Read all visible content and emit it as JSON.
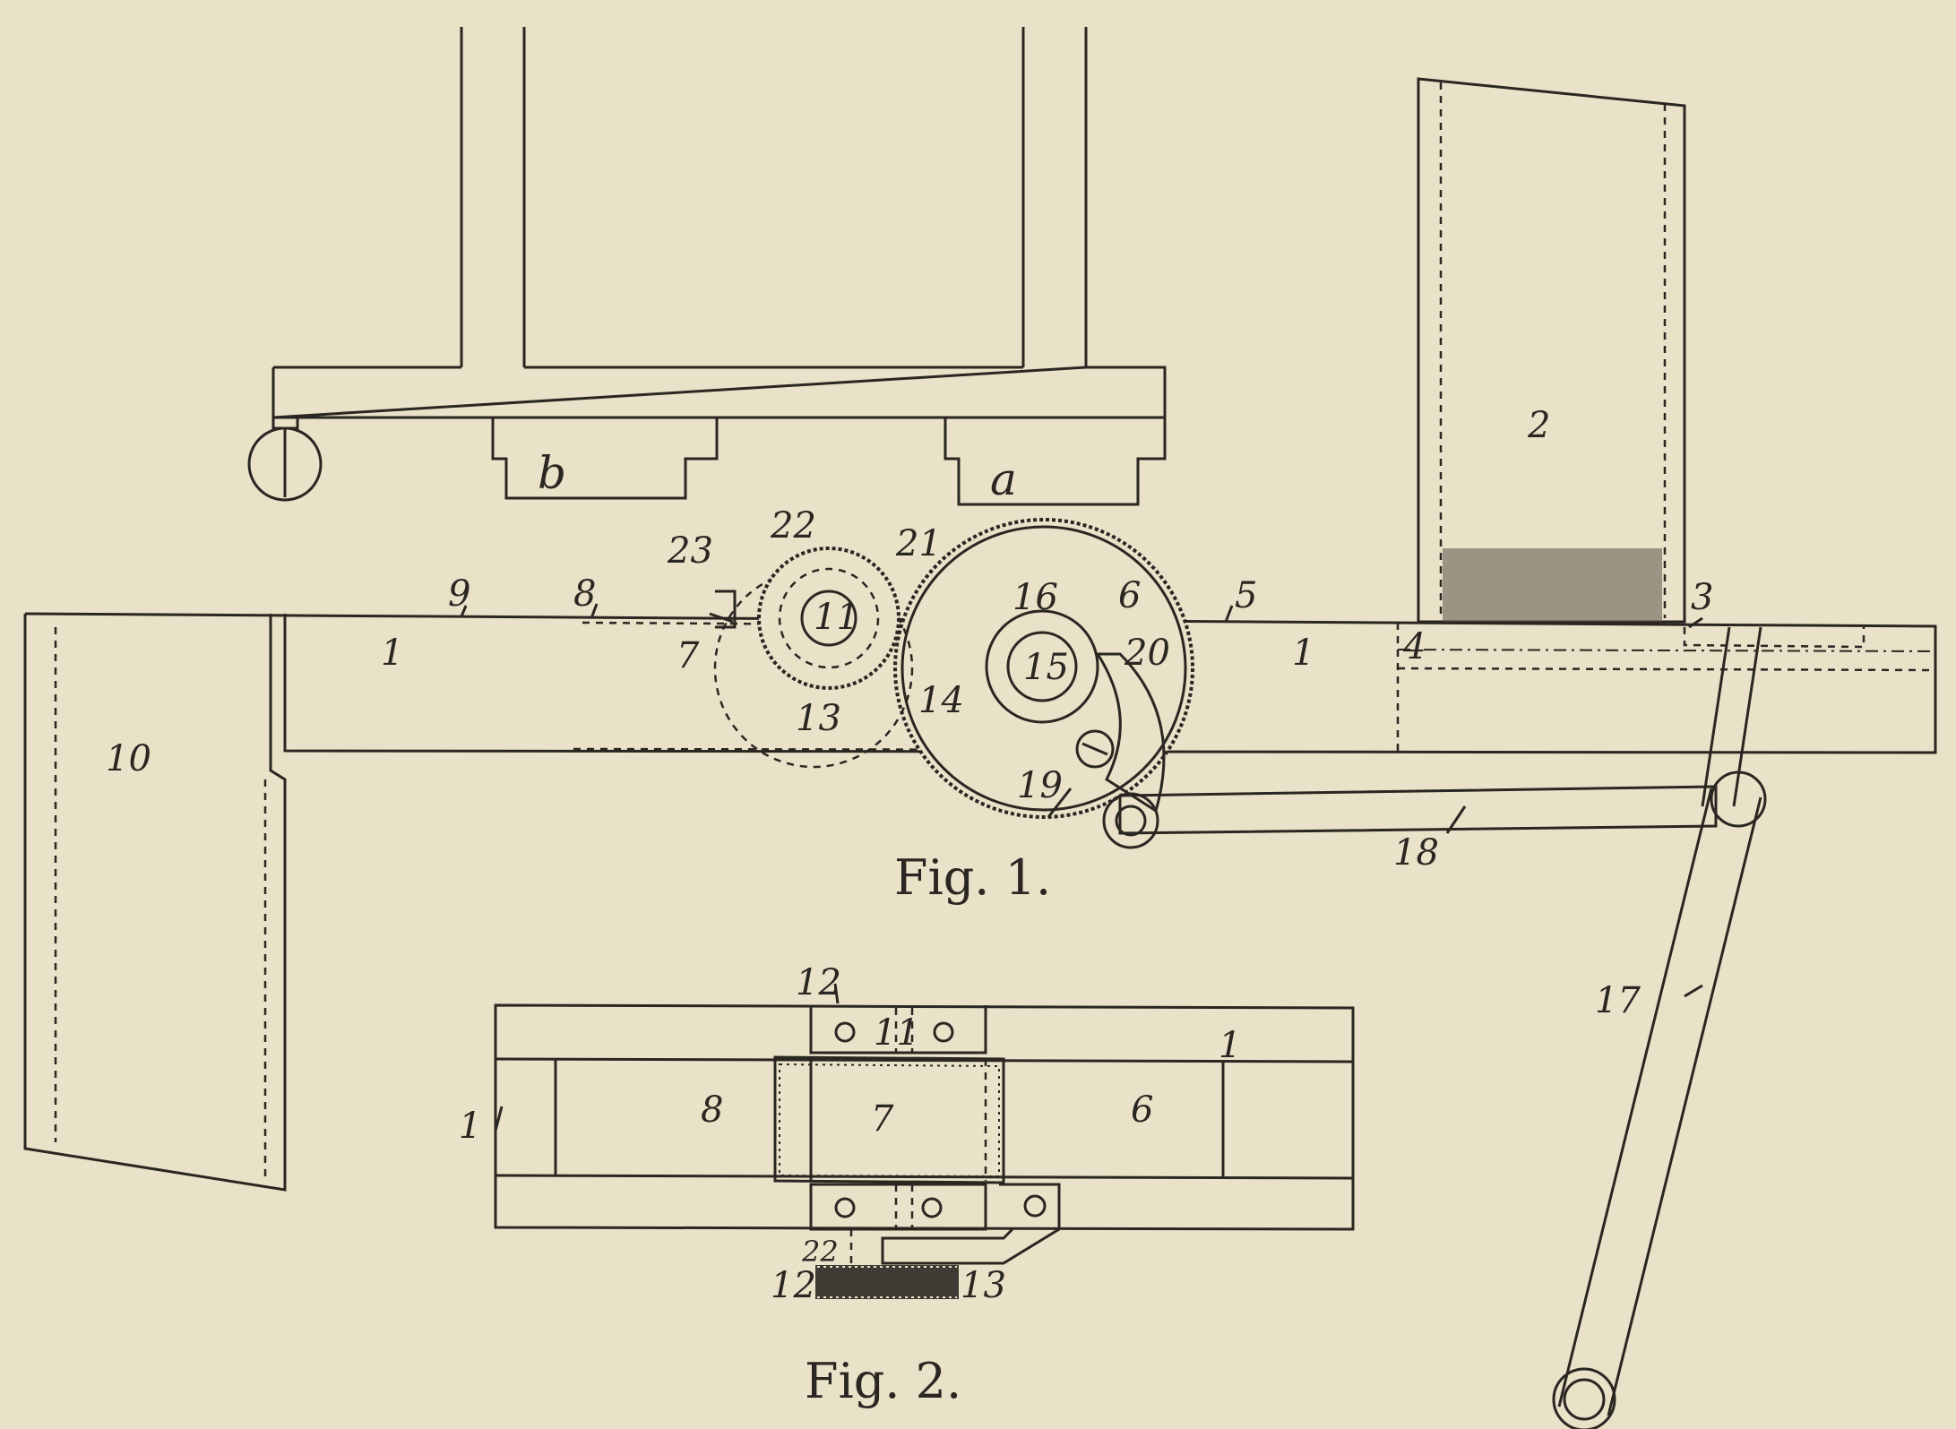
{
  "figures": [
    {
      "id": "fig1",
      "caption": "Fig. 1.",
      "labels": {
        "frame_right": "1",
        "frame_left": "1",
        "hopper": "2",
        "n3": "3",
        "n4": "4",
        "n5": "5",
        "n6": "6",
        "n7": "7",
        "n8": "8",
        "n9": "9",
        "n10": "10",
        "n11": "11",
        "n13": "13",
        "n14": "14",
        "n15": "15",
        "n16": "16",
        "n17": "17",
        "n18": "18",
        "n19": "19",
        "n20": "20",
        "n21": "21",
        "n22": "22",
        "n23": "23",
        "a": "a",
        "b": "b"
      }
    },
    {
      "id": "fig2",
      "caption": "Fig. 2.",
      "labels": {
        "n1_right": "1",
        "n1_left": "1",
        "n6": "6",
        "n7": "7",
        "n8": "8",
        "n11": "11",
        "n12_top": "12",
        "n12_bottom": "12",
        "n13": "13",
        "n22": "22"
      }
    }
  ]
}
